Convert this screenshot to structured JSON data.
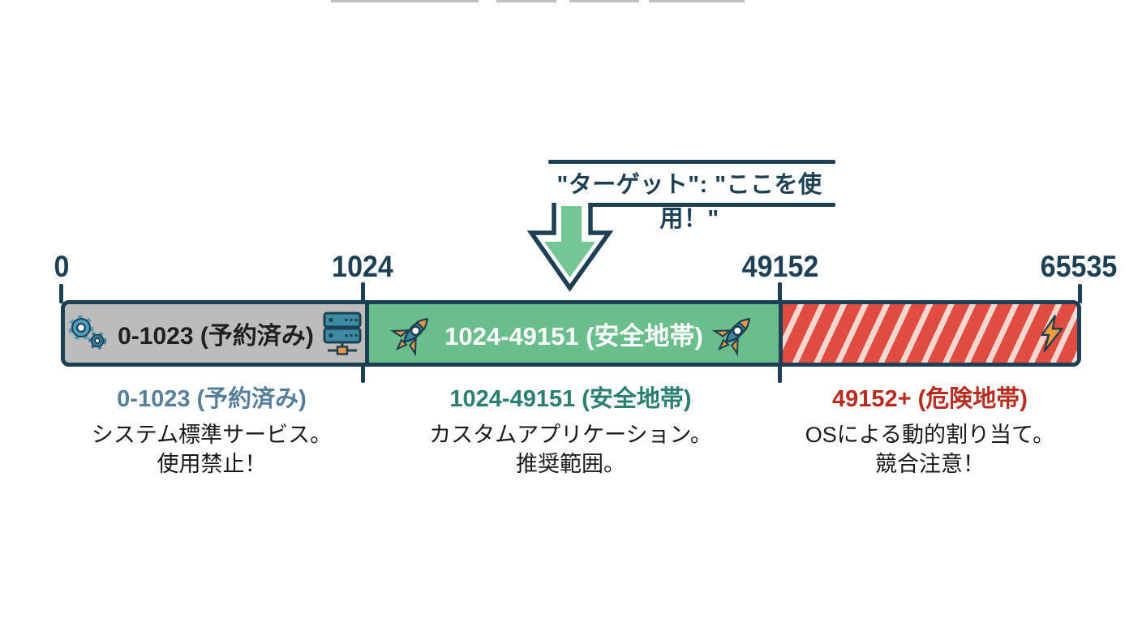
{
  "callout": {
    "text": "\"ターゲット\": \"ここを使用！\""
  },
  "axis": {
    "ticks": [
      "0",
      "1024",
      "49152",
      "65535"
    ]
  },
  "bar": {
    "reserved_label": "0-1023 (予約済み)",
    "safe_label": "1024-49151 (安全地帯)"
  },
  "legend": {
    "reserved": {
      "title": "0-1023 (予約済み)",
      "line1": "システム標準サービス。",
      "line2": "使用禁止！"
    },
    "safe": {
      "title": "1024-49151 (安全地帯)",
      "line1": "カスタムアプリケーション。",
      "line2": "推奨範囲。"
    },
    "danger": {
      "title": "49152+ (危険地帯)",
      "line1": "OSによる動的割り当て。",
      "line2": "競合注意！"
    }
  },
  "icons": [
    "gears-icon",
    "server-icon",
    "rocket-icon",
    "lightning-icon",
    "down-arrow-icon"
  ],
  "colors": {
    "outline_navy": "#1d4055",
    "reserved_gray": "#bdbcba",
    "safe_green": "#6abe8b",
    "danger_red": "#e04b42",
    "danger_stripe": "#f6d8d0",
    "arrow_green": "#74c795",
    "reserved_title": "#557f9a",
    "safe_title": "#2a7f72",
    "danger_title": "#b92d21",
    "lightning_orange": "#f49d3d",
    "icon_teal": "#3c8ba3",
    "icon_orange": "#ef9641"
  }
}
